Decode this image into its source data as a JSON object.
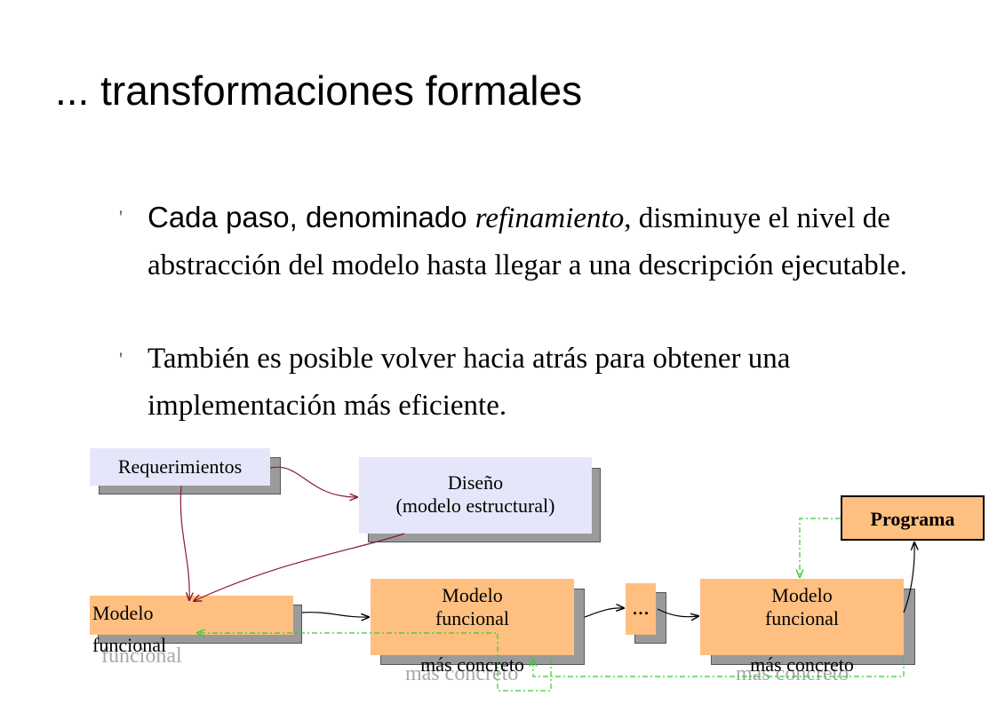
{
  "title": "... transformaciones formales",
  "bullets": [
    {
      "marker": "'",
      "lead": "Cada paso, denominado ",
      "term": "refinamiento",
      "rest": ", disminuye el nivel de abstracción del modelo hasta llegar a una descripción ejecutable."
    },
    {
      "marker": "'",
      "text": "También es posible volver hacia atrás para obtener una implementación más eficiente."
    }
  ],
  "diagram": {
    "requerimientos": "Requerimientos",
    "diseno": {
      "line1": "Diseño",
      "line2": "(modelo estructural)"
    },
    "programa": "Programa",
    "modelo_funcional": {
      "line1": "Modelo",
      "line2": "funcional",
      "ghost": "funcional"
    },
    "modelo_concreto_1": {
      "line1": "Modelo",
      "line2": "funcional",
      "line3": "más concreto",
      "ghost": "más concreto"
    },
    "ellipsis": "...",
    "modelo_concreto_2": {
      "line1": "Modelo",
      "line2": "funcional",
      "line3": "más concreto",
      "ghost": "más concreto"
    }
  },
  "colors": {
    "diseno_fill": "#e6e6fa",
    "model_fill": "#ffbf80",
    "programa_fill": "#ffbf80",
    "requerimientos_fill": "#e6e6fa",
    "arrow_maroon": "#8b1a3a",
    "arrow_green": "#33cc33"
  }
}
